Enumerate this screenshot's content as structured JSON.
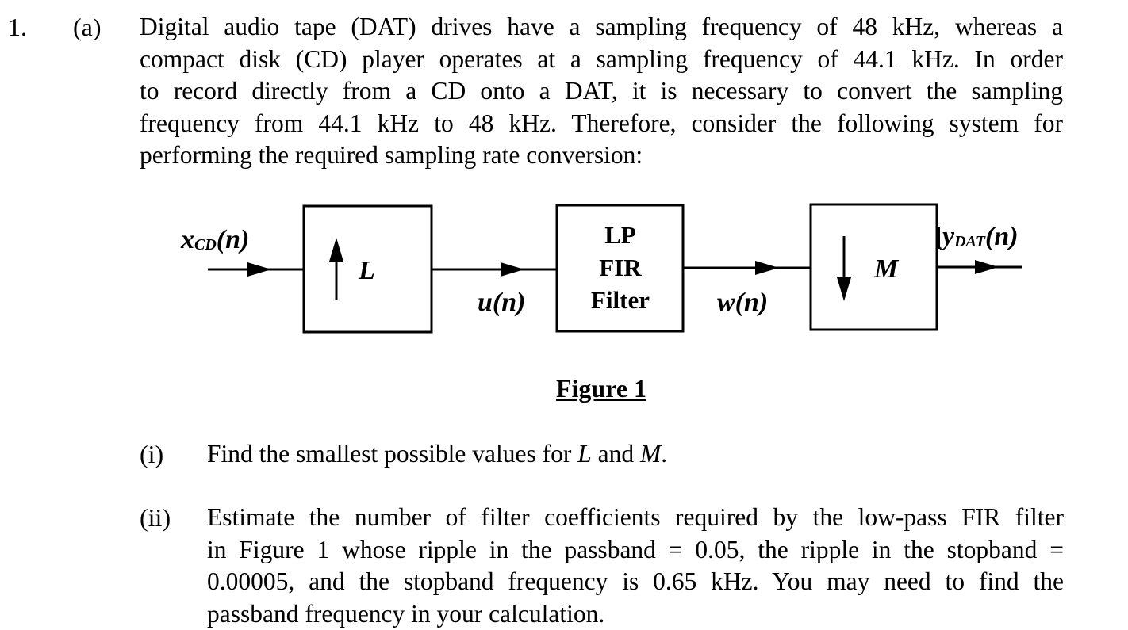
{
  "question": {
    "number": "1.",
    "part": "(a)",
    "intro_lines": [
      "Digital audio tape (DAT) drives have a sampling frequency of 48 kHz, whereas a",
      "compact disk (CD) player operates at a sampling frequency of 44.1 kHz. In order",
      "to record directly from a CD onto a DAT, it is necessary to convert the sampling",
      "frequency from 44.1 kHz to 48 kHz. Therefore, consider the following system for",
      "performing the required sampling rate conversion:"
    ]
  },
  "diagram": {
    "input_signal": "x",
    "input_sub": "CD",
    "input_arg": "(n)",
    "upsampler_label": "L",
    "mid1_signal": "u(n)",
    "filter_lines": [
      "LP",
      "FIR",
      "Filter"
    ],
    "mid2_signal": "w(n)",
    "downsampler_label": "M",
    "output_signal": "y",
    "output_sub": "DAT",
    "output_arg": "(n)",
    "caption": "Figure 1"
  },
  "subquestions": [
    {
      "number": "(i)",
      "lines": [
        "Find the smallest possible values for L and M."
      ]
    },
    {
      "number": "(ii)",
      "lines": [
        "Estimate the number of filter coefficients required by the low-pass FIR filter",
        "in Figure 1 whose ripple in the passband = 0.05, the ripple in the stopband =",
        "0.00005, and the stopband frequency is 0.65 kHz. You may need to find the",
        "passband frequency in your calculation."
      ]
    }
  ]
}
